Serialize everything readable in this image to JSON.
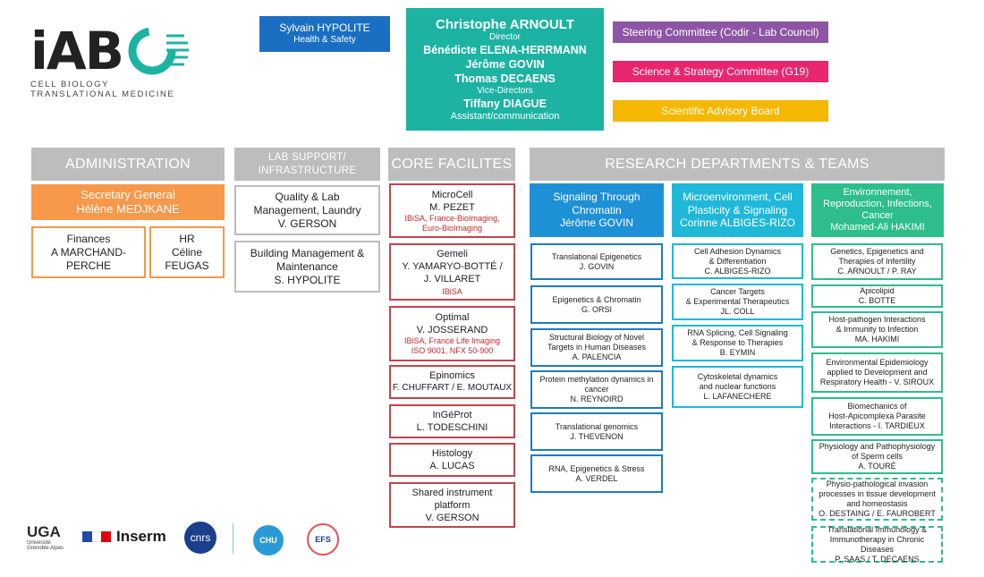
{
  "logo": {
    "main": "iAB",
    "line1": "CELL BIOLOGY",
    "line2": "TRANSLATIONAL MEDICINE"
  },
  "top": {
    "health_safety": {
      "name": "Sylvain HYPOLITE",
      "role": "Health & Safety"
    },
    "director": {
      "name": "Christophe ARNOULT",
      "role": "Director"
    },
    "vice_directors": [
      "Bénédicte ELENA-HERRMANN",
      "Jérôme GOVIN",
      "Thomas DECAENS"
    ],
    "vice_role": "Vice-Directors",
    "assistant": {
      "name": "Tiffany DIAGUE",
      "role": "Assistant/communication"
    },
    "committees": [
      {
        "label": "Steering Committee (Codir - Lab Council)",
        "color": "#8e55a5"
      },
      {
        "label": "Science & Strategy Committee (G19)",
        "color": "#e8266e"
      },
      {
        "label": "Scientific Advisory Board",
        "color": "#f5b800"
      }
    ],
    "colors": {
      "blue": "#1b6fc2",
      "teal": "#1cb3a3"
    }
  },
  "administration": {
    "header": "ADMINISTRATION",
    "secretary": {
      "title": "Secretary General",
      "name": "Hélène MEDJKANE"
    },
    "finances": {
      "title": "Finances",
      "name": "A MARCHAND-PERCHE"
    },
    "hr": {
      "title": "HR",
      "name": "Céline FEUGAS"
    }
  },
  "lab_support": {
    "header_line1": "LAB SUPPORT/",
    "header_line2": "INFRASTRUCTURE",
    "quality": {
      "title": "Quality & Lab Management, Laundry",
      "name": "V. GERSON"
    },
    "building": {
      "title": "Building Management & Maintenance",
      "name": "S. HYPOLITE"
    }
  },
  "core": {
    "header": "CORE FACILITES",
    "items": [
      {
        "title": "MicroCell",
        "name": "M. PEZET",
        "sub1": "IBiSA, France-BioImaging,",
        "sub2": "Euro-BioImaging"
      },
      {
        "title": "Gemeli",
        "name": "Y. YAMARYO-BOTTÉ /",
        "name2": "J. VILLARET",
        "sub1": "IBiSA"
      },
      {
        "title": "Optimal",
        "name": "V. JOSSERAND",
        "sub1": "IBiSA, France Life Imaging",
        "sub2": "ISO 9001, NFX 50-900"
      },
      {
        "title": "Epinomics",
        "name": "F. CHUFFART / E. MOUTAUX"
      },
      {
        "title": "InGéProt",
        "name": "L. TODESCHINI"
      },
      {
        "title": "Histology",
        "name": "A. LUCAS"
      },
      {
        "title": "Shared instrument",
        "name": "platform",
        "name2": "V. GERSON"
      }
    ]
  },
  "research": {
    "header": "RESEARCH DEPARTMENTS & TEAMS",
    "dept1": {
      "title": "Signaling Through",
      "title2": "Chromatin",
      "head": "Jérôme GOVIN",
      "teams": [
        {
          "name": "Translational Epigenetics",
          "lead": "J. GOVIN"
        },
        {
          "name": "Epigenetics & Chromatin",
          "lead": "G. ORSI"
        },
        {
          "name": "Structural Biology of Novel",
          "name2": "Targets in Human Diseases",
          "lead": "A. PALENCIA"
        },
        {
          "name": "Protein methylation dynamics in",
          "name2": "cancer",
          "lead": "N. REYNOIRD"
        },
        {
          "name": "Translational genomics",
          "lead": "J. THEVENON"
        },
        {
          "name": "RNA, Epigenetics & Stress",
          "lead": "A. VERDEL"
        }
      ]
    },
    "dept2": {
      "title": "Microenvironment, Cell",
      "title2": "Plasticity & Signaling",
      "head": "Corinne ALBIGES-RIZO",
      "teams": [
        {
          "name": "Cell Adhesion Dynamics",
          "name2": "& Differentiation",
          "lead": "C. ALBIGES-RIZO"
        },
        {
          "name": "Cancer Targets",
          "name2": "& Experimental Therapeutics",
          "lead": "JL. COLL"
        },
        {
          "name": "RNA Splicing, Cell Signaling",
          "name2": "& Response to Therapies",
          "lead": "B. EYMIN"
        },
        {
          "name": "Cytoskeletal dynamics",
          "name2": "and nuclear functions",
          "lead": "L. LAFANECHERE"
        }
      ]
    },
    "dept3": {
      "title": "Environnement,",
      "title2": "Reproduction, Infections,",
      "title3": "Cancer",
      "head": "Mohamed-Ali HAKIMI",
      "teams": [
        {
          "name": "Genetics, Epigenetics and",
          "name2": "Therapies of Infertility",
          "lead": "C. ARNOULT  / P. RAY"
        },
        {
          "name": "Apicolipid",
          "lead": "C. BOTTE"
        },
        {
          "name": "Host-pathogen Interactions",
          "name2": "& Immunity to Infection",
          "lead": "MA. HAKIMI"
        },
        {
          "name": "Environmental Epidemiology",
          "name2": "applied to Development and",
          "lead": "Respiratory Health  - V. SIROUX"
        },
        {
          "name": "Biomechanics of",
          "name2": "Host-Apicomplexa Parasite",
          "lead": "Interactions - I. TARDIEUX"
        },
        {
          "name": "Physiology and Pathophysiology",
          "name2": "of Sperm cells",
          "lead": "A. TOURÉ"
        },
        {
          "name": "Physio-pathological invasion",
          "name2": "processes in tissue development",
          "name3": "and homeostasis",
          "lead": "O. DESTAING / E. FAUROBERT"
        },
        {
          "name": "Translational Immunology &",
          "name2": "Immunotherapy in Chronic Diseases",
          "lead": "P. SAAS / T. DECAENS"
        }
      ]
    }
  },
  "partners": {
    "uga": "UGA",
    "uga_sub1": "Université",
    "uga_sub2": "Grenoble Alpes",
    "inserm": "Inserm",
    "cnrs": "cnrs",
    "chu": "CHU",
    "efs": "EFS"
  }
}
